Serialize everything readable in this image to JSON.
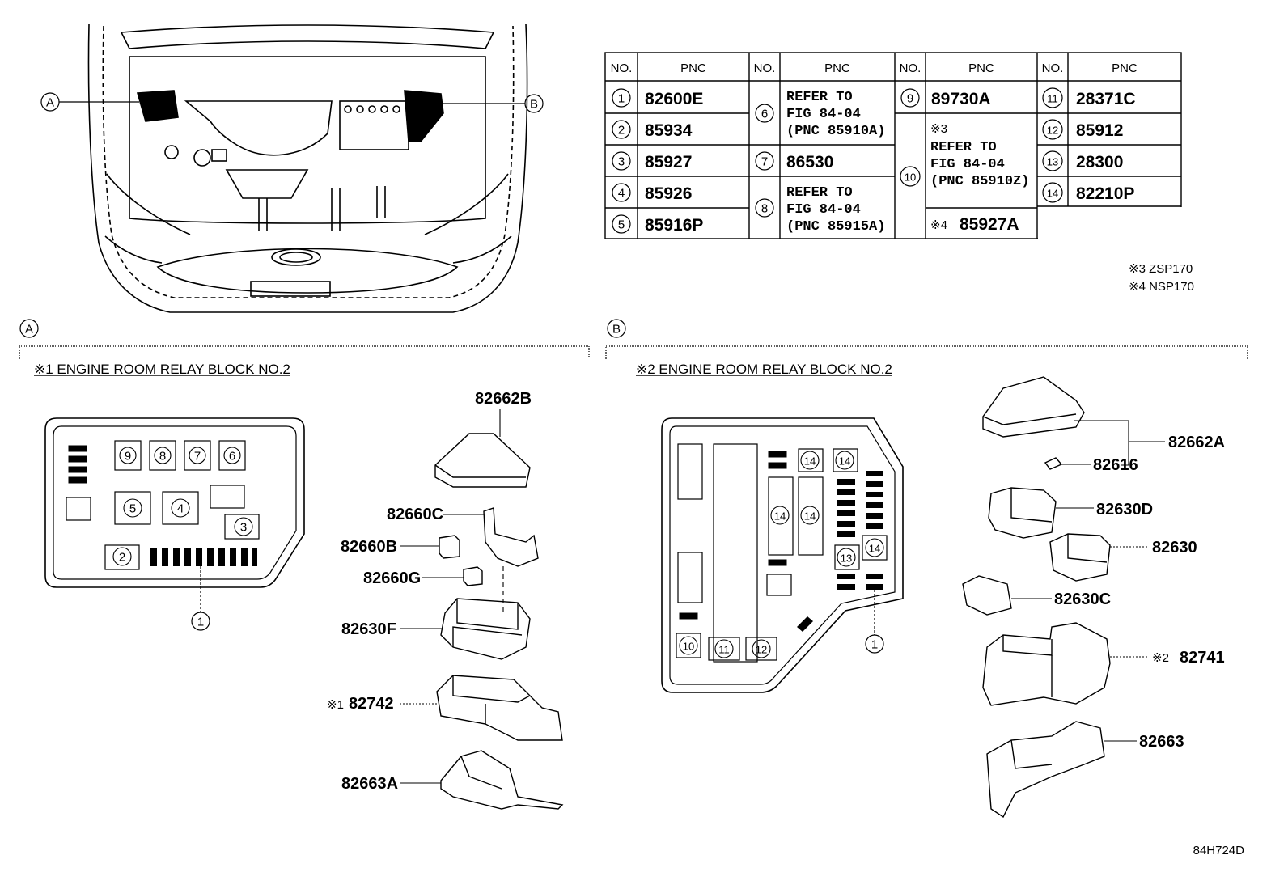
{
  "parts_table": {
    "headers": [
      "NO.",
      "PNC",
      "NO.",
      "PNC",
      "NO.",
      "PNC",
      "NO.",
      "PNC"
    ],
    "rows": {
      "r1": {
        "no": "1",
        "pnc": "82600E"
      },
      "r2": {
        "no": "2",
        "pnc": "85934"
      },
      "r3": {
        "no": "3",
        "pnc": "85927"
      },
      "r4": {
        "no": "4",
        "pnc": "85926"
      },
      "r5": {
        "no": "5",
        "pnc": "85916P"
      },
      "r6": {
        "no": "6",
        "line1": "REFER TO",
        "line2": "FIG 84-04",
        "line3": "(PNC 85910A)"
      },
      "r7": {
        "no": "7",
        "pnc": "86530"
      },
      "r8": {
        "no": "8",
        "line1": "REFER TO",
        "line2": "FIG 84-04",
        "line3": "(PNC 85915A)"
      },
      "r9": {
        "no": "9",
        "pnc": "89730A"
      },
      "r10": {
        "no": "10",
        "note_a": "※3",
        "line1": "REFER TO",
        "line2": "FIG 84-04",
        "line3": "(PNC 85910Z)",
        "note_b": "※4",
        "pnc_b": "85927A"
      },
      "r11": {
        "no": "11",
        "pnc": "28371C"
      },
      "r12": {
        "no": "12",
        "pnc": "85912"
      },
      "r13": {
        "no": "13",
        "pnc": "28300"
      },
      "r14": {
        "no": "14",
        "pnc": "82210P"
      }
    }
  },
  "notes": {
    "n3": "※3 ZSP170",
    "n4": "※4 NSP170"
  },
  "callouts": {
    "a": "A",
    "b": "B"
  },
  "sections": {
    "a_title": "※1 ENGINE ROOM RELAY BLOCK NO.2",
    "b_title": "※2 ENGINE ROOM RELAY BLOCK NO.2"
  },
  "block_a": {
    "slots": [
      "9",
      "8",
      "7",
      "6",
      "5",
      "4",
      "3",
      "2"
    ],
    "leader": "1"
  },
  "block_b": {
    "slots": [
      "14",
      "14",
      "14",
      "14",
      "14",
      "13",
      "10",
      "11",
      "12"
    ],
    "leader": "1"
  },
  "parts_a": {
    "p1": "82662B",
    "p2": "82660C",
    "p3": "82660B",
    "p4": "82660G",
    "p5": "82630F",
    "p6_mark": "※1",
    "p6": "82742",
    "p7": "82663A"
  },
  "parts_b": {
    "p1": "82662A",
    "p2": "82616",
    "p3": "82630D",
    "p4": "82630",
    "p5": "82630C",
    "p6_mark": "※2",
    "p6": "82741",
    "p7": "82663"
  },
  "figure_code": "84H724D"
}
